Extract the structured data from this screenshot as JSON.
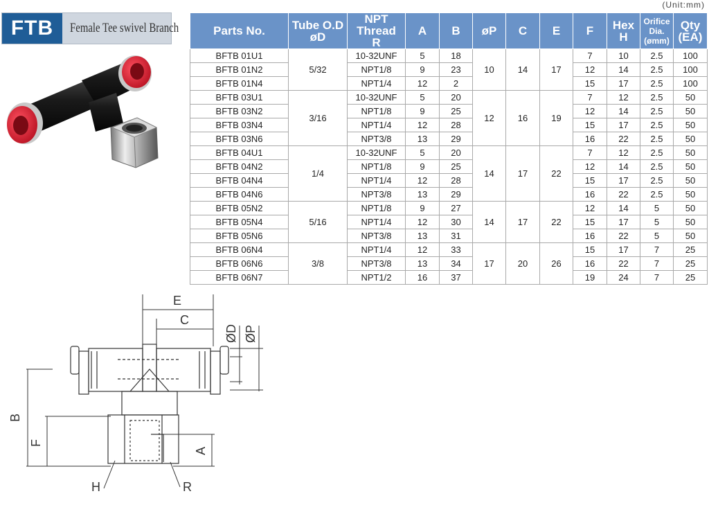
{
  "header": {
    "code": "FTB",
    "name": "Female Tee swivel Branch"
  },
  "unit": "(Unit:mm)",
  "columns": [
    {
      "key": "part",
      "line1": "Parts No.",
      "line2": ""
    },
    {
      "key": "tube",
      "line1": "Tube O.D",
      "line2": "øD"
    },
    {
      "key": "thread",
      "line1": "NPT Thread",
      "line2": "R"
    },
    {
      "key": "a",
      "line1": "A",
      "line2": ""
    },
    {
      "key": "b",
      "line1": "B",
      "line2": ""
    },
    {
      "key": "p",
      "line1": "øP",
      "line2": ""
    },
    {
      "key": "c",
      "line1": "C",
      "line2": ""
    },
    {
      "key": "e",
      "line1": "E",
      "line2": ""
    },
    {
      "key": "f",
      "line1": "F",
      "line2": ""
    },
    {
      "key": "hex",
      "line1": "Hex",
      "line2": "H"
    },
    {
      "key": "orifice",
      "line1": "Orifice Dia.",
      "line2": "(ømm)"
    },
    {
      "key": "qty",
      "line1": "Qty",
      "line2": "(EA)"
    }
  ],
  "groups": [
    {
      "tube": "5/32",
      "p": "10",
      "c": "14",
      "e": "17",
      "rows": [
        {
          "part": "BFTB 01U1",
          "thread": "10-32UNF",
          "a": "5",
          "b": "18",
          "f": "7",
          "hex": "10",
          "orifice": "2.5",
          "qty": "100"
        },
        {
          "part": "BFTB 01N2",
          "thread": "NPT1/8",
          "a": "9",
          "b": "23",
          "f": "12",
          "hex": "14",
          "orifice": "2.5",
          "qty": "100"
        },
        {
          "part": "BFTB 01N4",
          "thread": "NPT1/4",
          "a": "12",
          "b": "2",
          "f": "15",
          "hex": "17",
          "orifice": "2.5",
          "qty": "100"
        }
      ]
    },
    {
      "tube": "3/16",
      "p": "12",
      "c": "16",
      "e": "19",
      "rows": [
        {
          "part": "BFTB 03U1",
          "thread": "10-32UNF",
          "a": "5",
          "b": "20",
          "f": "7",
          "hex": "12",
          "orifice": "2.5",
          "qty": "50"
        },
        {
          "part": "BFTB 03N2",
          "thread": "NPT1/8",
          "a": "9",
          "b": "25",
          "f": "12",
          "hex": "14",
          "orifice": "2.5",
          "qty": "50"
        },
        {
          "part": "BFTB 03N4",
          "thread": "NPT1/4",
          "a": "12",
          "b": "28",
          "f": "15",
          "hex": "17",
          "orifice": "2.5",
          "qty": "50"
        },
        {
          "part": "BFTB 03N6",
          "thread": "NPT3/8",
          "a": "13",
          "b": "29",
          "f": "16",
          "hex": "22",
          "orifice": "2.5",
          "qty": "50"
        }
      ]
    },
    {
      "tube": "1/4",
      "p": "14",
      "c": "17",
      "e": "22",
      "rows": [
        {
          "part": "BFTB 04U1",
          "thread": "10-32UNF",
          "a": "5",
          "b": "20",
          "f": "7",
          "hex": "12",
          "orifice": "2.5",
          "qty": "50"
        },
        {
          "part": "BFTB 04N2",
          "thread": "NPT1/8",
          "a": "9",
          "b": "25",
          "f": "12",
          "hex": "14",
          "orifice": "2.5",
          "qty": "50"
        },
        {
          "part": "BFTB 04N4",
          "thread": "NPT1/4",
          "a": "12",
          "b": "28",
          "f": "15",
          "hex": "17",
          "orifice": "2.5",
          "qty": "50"
        },
        {
          "part": "BFTB 04N6",
          "thread": "NPT3/8",
          "a": "13",
          "b": "29",
          "f": "16",
          "hex": "22",
          "orifice": "2.5",
          "qty": "50"
        }
      ]
    },
    {
      "tube": "5/16",
      "p": "14",
      "c": "17",
      "e": "22",
      "rows": [
        {
          "part": "BFTB 05N2",
          "thread": "NPT1/8",
          "a": "9",
          "b": "27",
          "f": "12",
          "hex": "14",
          "orifice": "5",
          "qty": "50"
        },
        {
          "part": "BFTB 05N4",
          "thread": "NPT1/4",
          "a": "12",
          "b": "30",
          "f": "15",
          "hex": "17",
          "orifice": "5",
          "qty": "50"
        },
        {
          "part": "BFTB 05N6",
          "thread": "NPT3/8",
          "a": "13",
          "b": "31",
          "f": "16",
          "hex": "22",
          "orifice": "5",
          "qty": "50"
        }
      ]
    },
    {
      "tube": "3/8",
      "p": "17",
      "c": "20",
      "e": "26",
      "rows": [
        {
          "part": "BFTB 06N4",
          "thread": "NPT1/4",
          "a": "12",
          "b": "33",
          "f": "15",
          "hex": "17",
          "orifice": "7",
          "qty": "25"
        },
        {
          "part": "BFTB 06N6",
          "thread": "NPT3/8",
          "a": "13",
          "b": "34",
          "f": "16",
          "hex": "22",
          "orifice": "7",
          "qty": "25"
        },
        {
          "part": "BFTB 06N7",
          "thread": "NPT1/2",
          "a": "16",
          "b": "37",
          "f": "19",
          "hex": "24",
          "orifice": "7",
          "qty": "25"
        }
      ]
    }
  ],
  "drawing_labels": {
    "e": "E",
    "c": "C",
    "d": "ØD",
    "p": "ØP",
    "b": "B",
    "f": "F",
    "a": "A",
    "h": "H",
    "r": "R"
  },
  "colors": {
    "brand": "#1f5d97",
    "header_bg": "#6a93c8",
    "fitting_red": "#e0192d"
  }
}
